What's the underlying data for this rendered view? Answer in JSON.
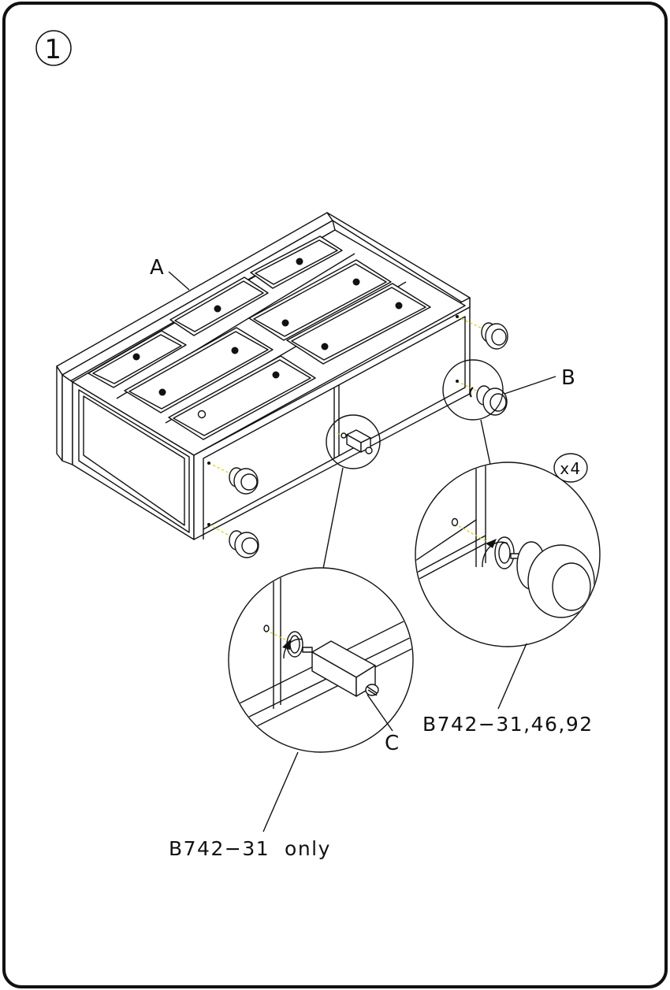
{
  "step_number": "1",
  "labels": {
    "cabinet": "A",
    "knob": "B",
    "adapter": "C",
    "quantity": "x4",
    "knob_models": "B742−31,46,92",
    "adapter_models": "B742−31  only"
  },
  "colors": {
    "line": "#111111",
    "background": "#ffffff",
    "guide_dash": "#d9d200"
  }
}
